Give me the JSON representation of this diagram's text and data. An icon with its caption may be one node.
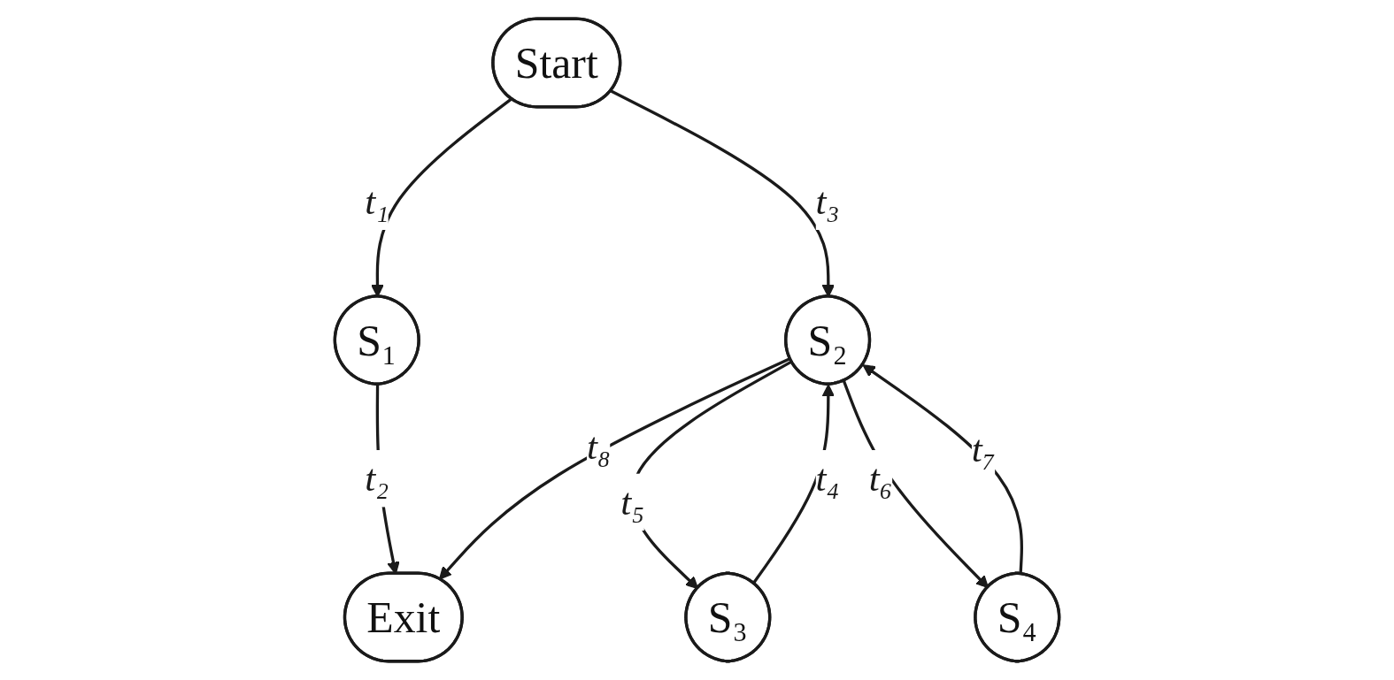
{
  "diagram": {
    "nodes": [
      {
        "text": [
          "Start"
        ]
      },
      {
        "text": [
          "S₁"
        ]
      },
      {
        "text": [
          "S₂"
        ]
      },
      {
        "text": [
          "S₄"
        ]
      },
      {
        "text": [
          "S₃"
        ]
      },
      {
        "text": [
          "Exit"
        ]
      }
    ],
    "edges": [
      {
        "from": 0,
        "to": 1,
        "arrow": "to",
        "label": "t₁"
      },
      {
        "from": 1,
        "to": 5,
        "arrow": "to",
        "label": "t₂"
      },
      {
        "from": 0,
        "to": 2,
        "arrow": "to",
        "label": "t₃"
      },
      {
        "from": 4,
        "to": 2,
        "arrow": "to",
        "label": "t₄"
      },
      {
        "from": 2,
        "to": 4,
        "arrow": "to",
        "label": "t₅"
      },
      {
        "from": 2,
        "to": 3,
        "arrow": "to",
        "label": "t₆"
      },
      {
        "from": 3,
        "to": 2,
        "arrow": "to",
        "label": "t₇"
      },
      {
        "from": 2,
        "to": 5,
        "arrow": "to",
        "label": "t₈"
      }
    ]
  }
}
